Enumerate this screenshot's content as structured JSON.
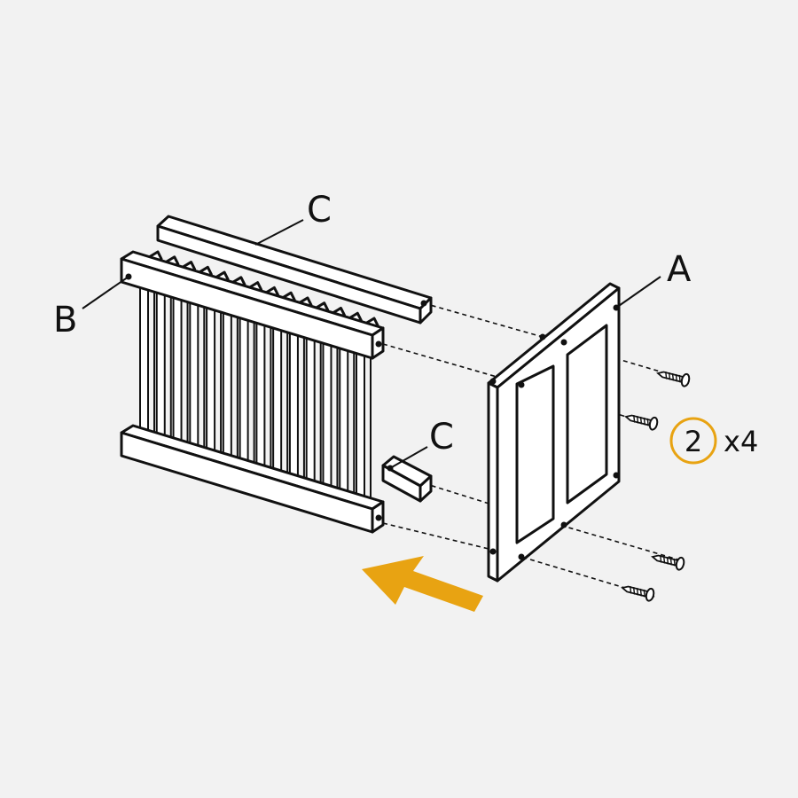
{
  "labels": {
    "panel_a": "A",
    "slat_frame_b": "B",
    "rail_c_top": "C",
    "rail_c_bottom": "C"
  },
  "hardware": {
    "part_number": "2",
    "quantity": "x4"
  },
  "colors": {
    "background": "#f2f2f2",
    "line": "#111111",
    "accent": "#e8a312"
  }
}
